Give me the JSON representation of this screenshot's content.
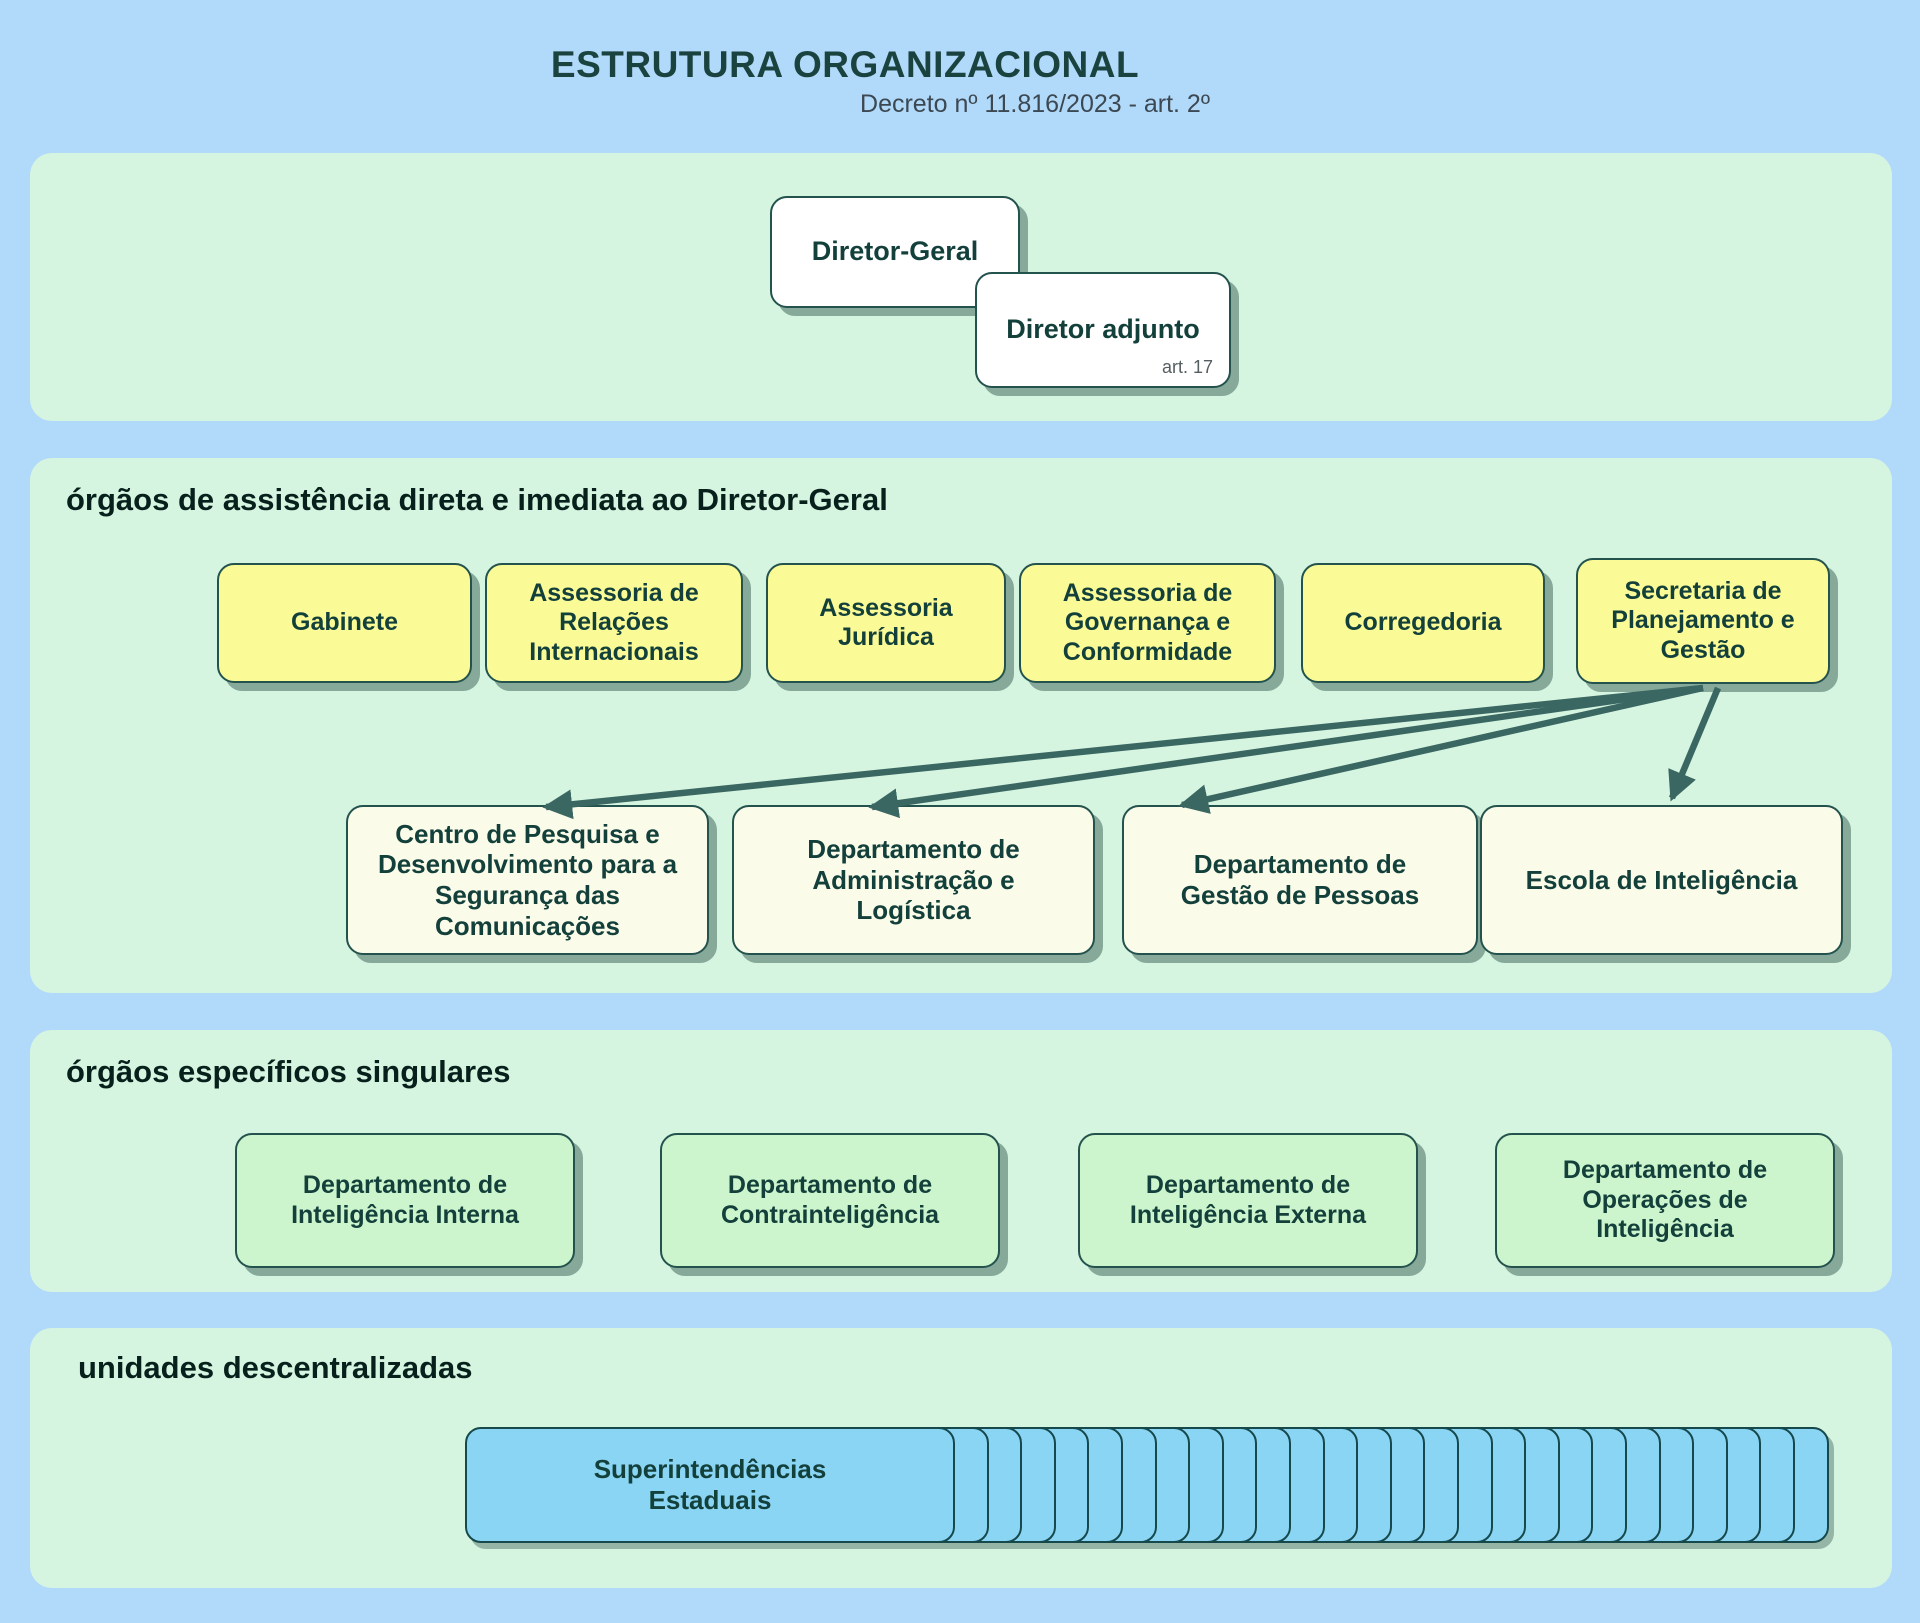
{
  "header": {
    "title": "ESTRUTURA ORGANIZACIONAL",
    "subtitle": "Decreto nº 11.816/2023 - art. 2º"
  },
  "colors": {
    "bg": "#b1d9fa",
    "panel": "#d6f5e0",
    "ink": "#13403b",
    "yellow": "#fafa96",
    "cream": "#fbfbe9",
    "green": "#cdf5cd",
    "blue-card": "#8ad4f4",
    "border": "#24534e",
    "arrow": "#3b6763"
  },
  "direction": {
    "director_general": "Diretor-Geral",
    "deputy_director": "Diretor adjunto",
    "deputy_note": "art. 17"
  },
  "sections": {
    "assistencia": {
      "heading": "órgãos de assistência direta e imediata ao Diretor-Geral",
      "advisory_units": [
        "Gabinete",
        "Assessoria de Relações Internacionais",
        "Assessoria Jurídica",
        "Assessoria de Governança e Conformidade",
        "Corregedoria",
        "Secretaria de Planejamento e Gestão"
      ],
      "subordinate_units": [
        "Centro de Pesquisa e Desenvolvimento para a Segurança das Comunicações",
        "Departamento de Administração e Logística",
        "Departamento de Gestão de Pessoas",
        "Escola de Inteligência"
      ]
    },
    "especificos": {
      "heading": "órgãos específicos singulares",
      "units": [
        "Departamento de Inteligência Interna",
        "Departamento de Contrainteligência",
        "Departamento de Inteligência Externa",
        "Departamento de Operações de Inteligência"
      ]
    },
    "descentralizadas": {
      "heading": "unidades descentralizadas",
      "unit": "Superintendências Estaduais",
      "stack_count": 27
    }
  }
}
